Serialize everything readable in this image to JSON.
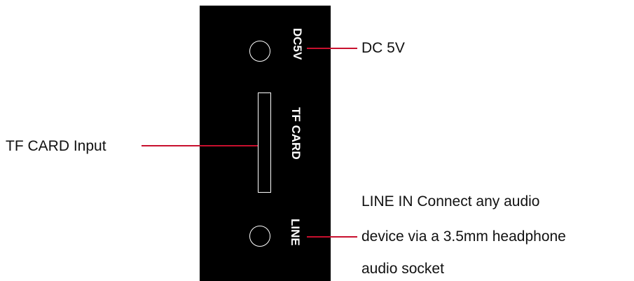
{
  "panel": {
    "dc_label": "DC5V",
    "tf_label": "TF CARD",
    "line_label": "LINE"
  },
  "callouts": {
    "dc": "DC 5V",
    "tf": "TF CARD Input",
    "line_in": [
      "LINE IN Connect any audio",
      "device via a 3.5mm headphone",
      "audio socket"
    ]
  },
  "colors": {
    "panel": "#000000",
    "outline": "#ffffff",
    "leader_line": "#c8102e",
    "text": "#111111"
  }
}
